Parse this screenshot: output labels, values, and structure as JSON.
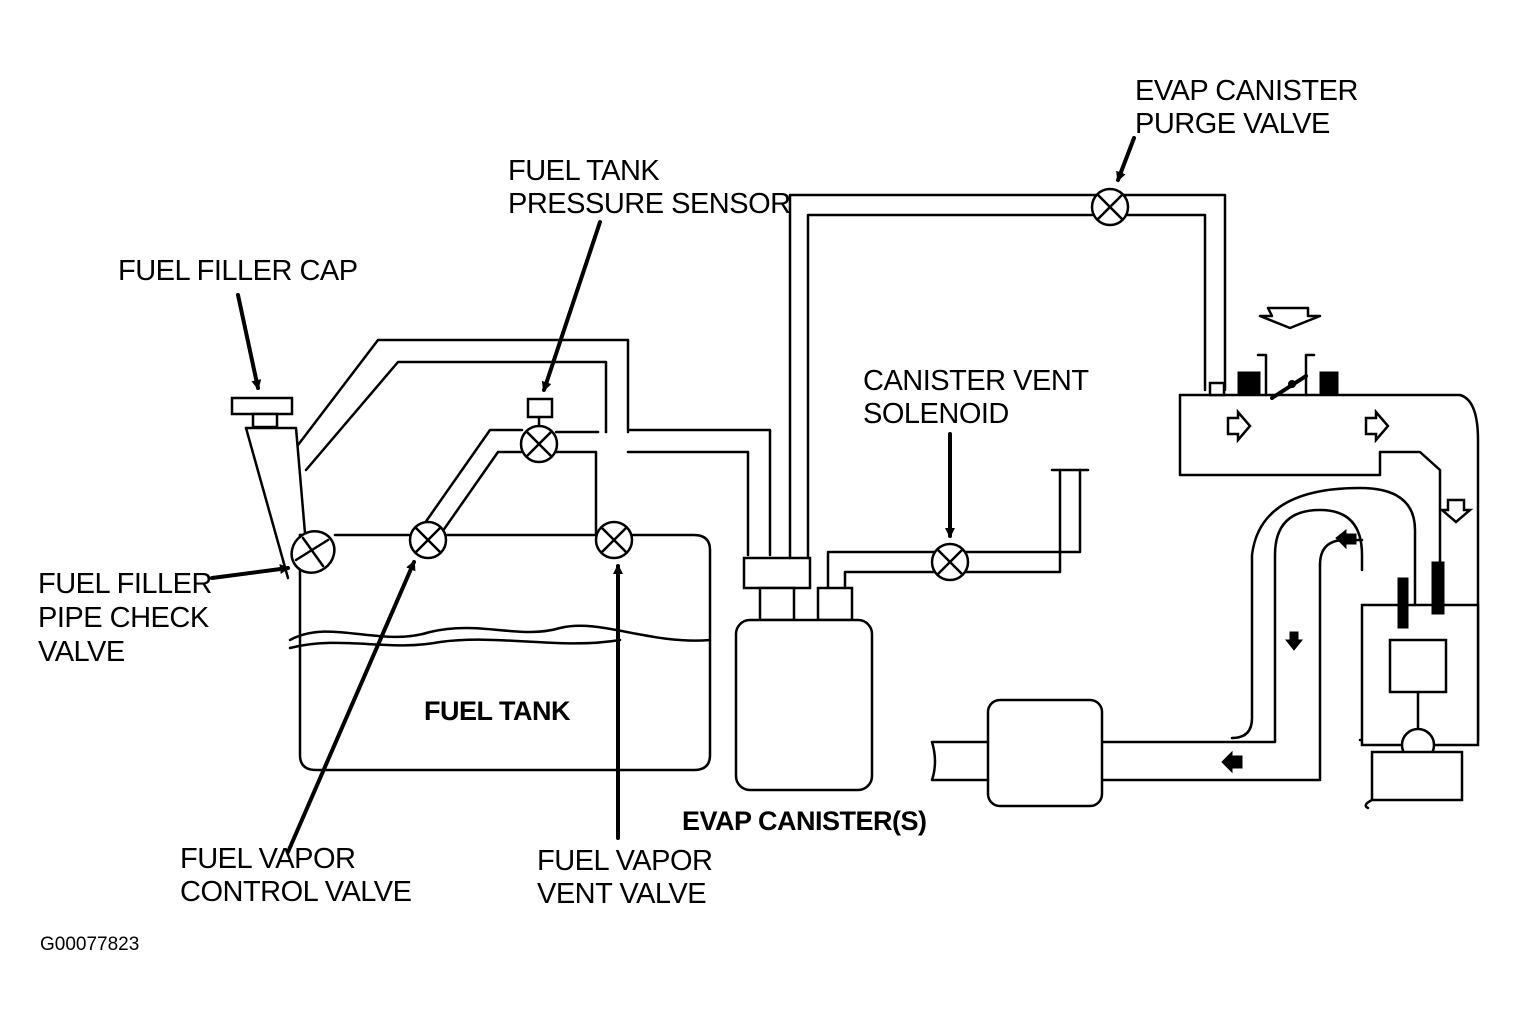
{
  "labels": {
    "purge_valve": [
      "EVAP CANISTER",
      "PURGE VALVE"
    ],
    "pressure_sensor": [
      "FUEL TANK",
      "PRESSURE SENSOR"
    ],
    "filler_cap": [
      "FUEL FILLER CAP"
    ],
    "vent_solenoid": [
      "CANISTER VENT",
      "SOLENOID"
    ],
    "filler_check_valve": [
      "FUEL FILLER",
      "PIPE CHECK",
      "VALVE"
    ],
    "fuel_tank": "FUEL TANK",
    "evap_canisters": "EVAP CANISTER(S)",
    "vapor_control_valve": [
      "FUEL VAPOR",
      "CONTROL VALVE"
    ],
    "vapor_vent_valve": [
      "FUEL VAPOR",
      "VENT VALVE"
    ]
  },
  "figure_code": "G00077823"
}
